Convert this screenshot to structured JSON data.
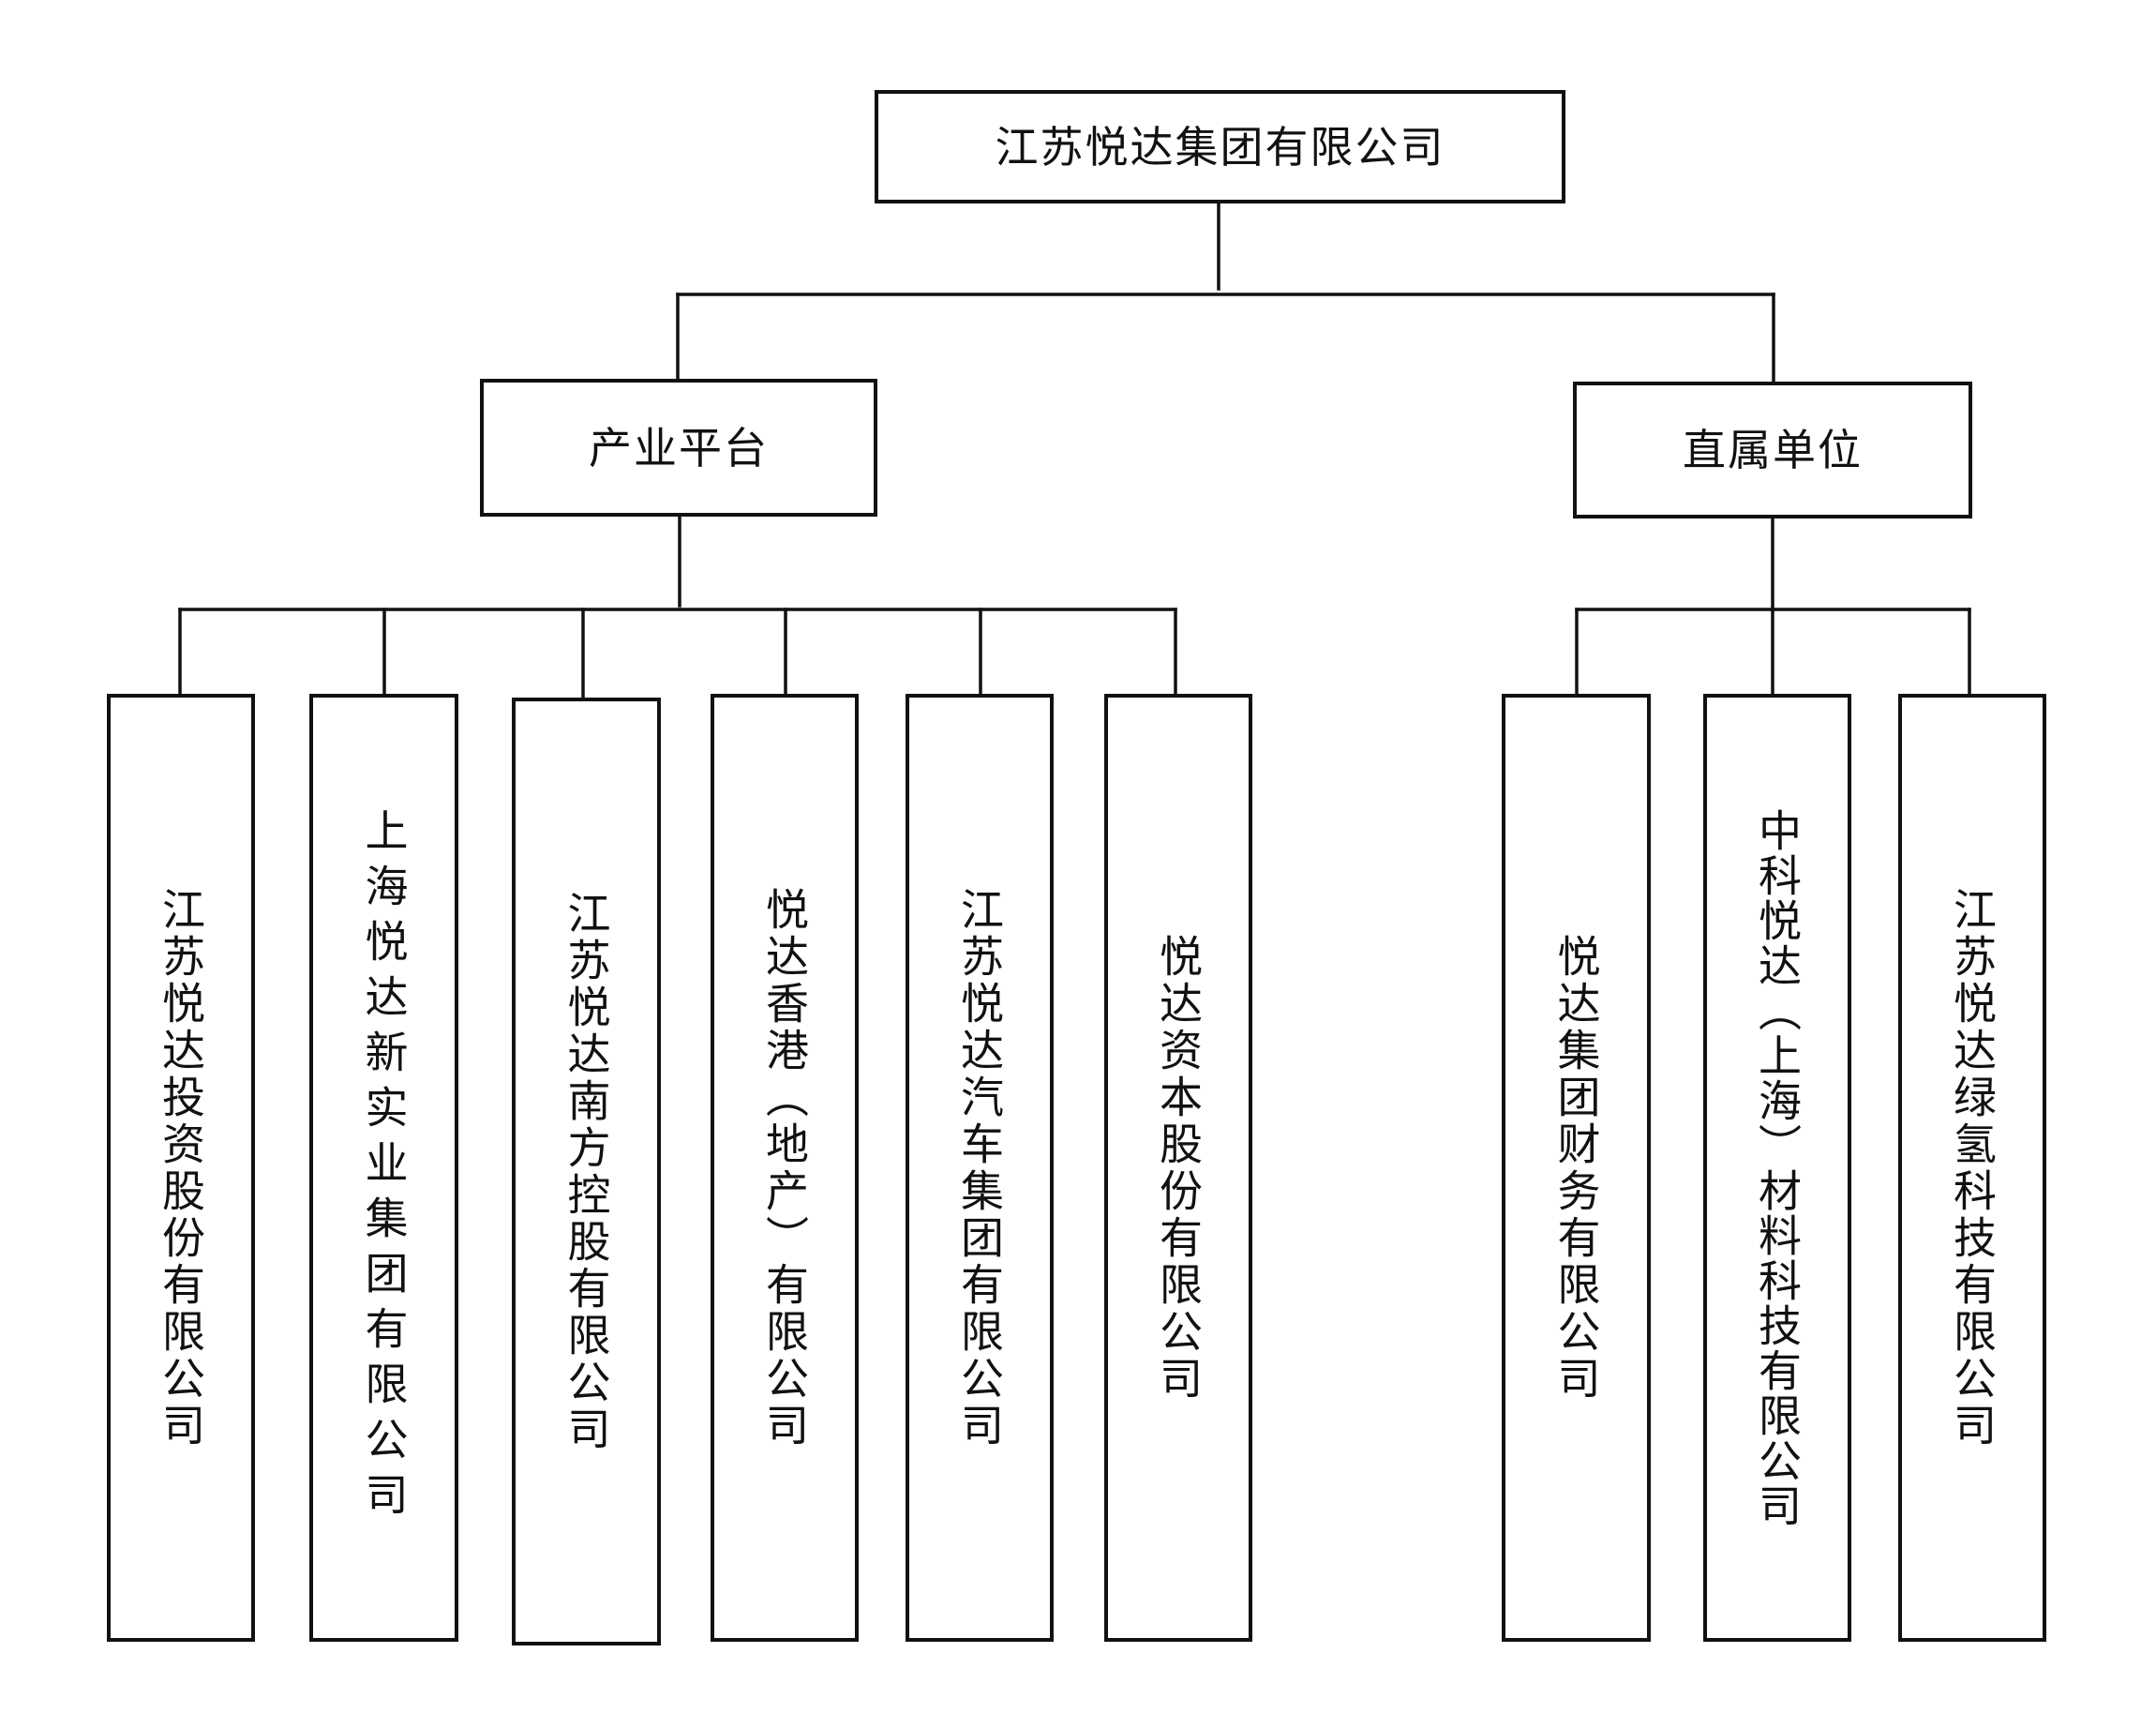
{
  "root": {
    "label": "江苏悦达集团有限公司"
  },
  "branches": [
    {
      "label": "产业平台",
      "children": [
        "江苏悦达投资股份有限公司",
        "上海悦达新实业集团有限公司",
        "江苏悦达南方控股有限公司",
        "悦达香港（地产）有限公司",
        "江苏悦达汽车集团有限公司",
        "悦达资本股份有限公司"
      ]
    },
    {
      "label": "直属单位",
      "children": [
        "悦达集团财务有限公司",
        "中科悦达（上海）材料科技有限公司",
        "江苏悦达绿氢科技有限公司"
      ]
    }
  ]
}
